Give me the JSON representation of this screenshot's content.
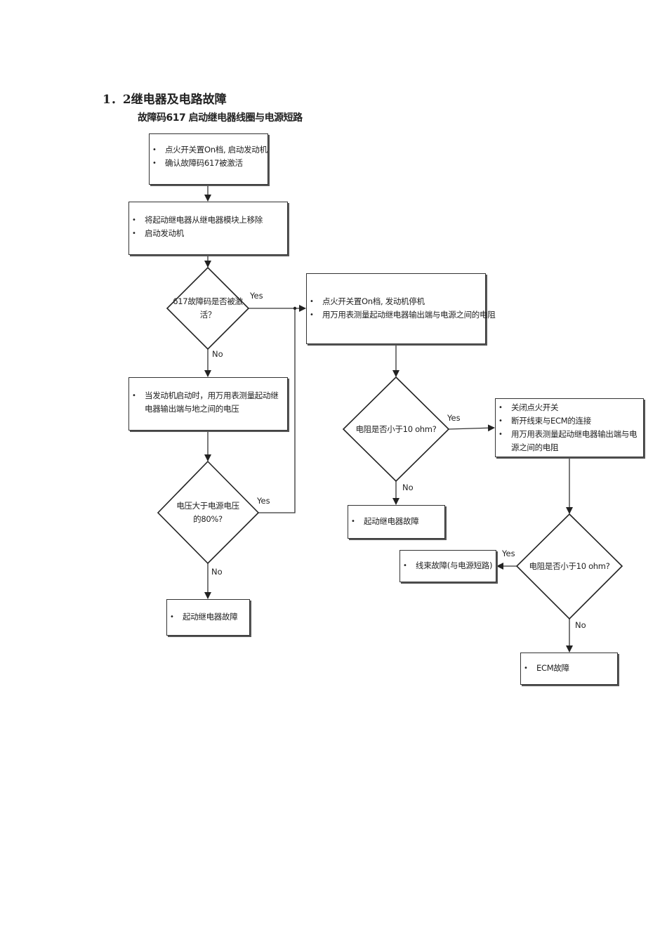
{
  "heading": "1．2继电器及电路故障",
  "subtitle": "故障码617 启动继电器线圈与电源短路",
  "boxes": {
    "b1": [
      "点火开关置On档, 启动发动机",
      "确认故障码617被激活"
    ],
    "b2": [
      "将起动继电器从继电器模块上移除",
      "启动发动机"
    ],
    "b3": [
      "当发动机启动时，用万用表测量起动继电器输出端与地之间的电压"
    ],
    "b4": [
      "起动继电器故障"
    ],
    "b5": [
      "点火开关置On档, 发动机停机",
      "用万用表测量起动继电器输出端与电源之间的电阻"
    ],
    "b6": [
      "起动继电器故障"
    ],
    "b7": [
      "关闭点火开关",
      "断开线束与ECM的连接",
      "用万用表测量起动继电器输出端与电源之间的电阻"
    ],
    "b8": [
      "线束故障(与电源短路)"
    ],
    "b9": [
      "ECM故障"
    ]
  },
  "decisions": {
    "d1": "617故障码是否被激活？",
    "d2": "电压大于电源电压的80%?",
    "d3": "电阻是否小于10 ohm?",
    "d4": "电阻是否小于10 ohm?"
  },
  "edge_labels": {
    "yes": "Yes",
    "no": "No"
  }
}
